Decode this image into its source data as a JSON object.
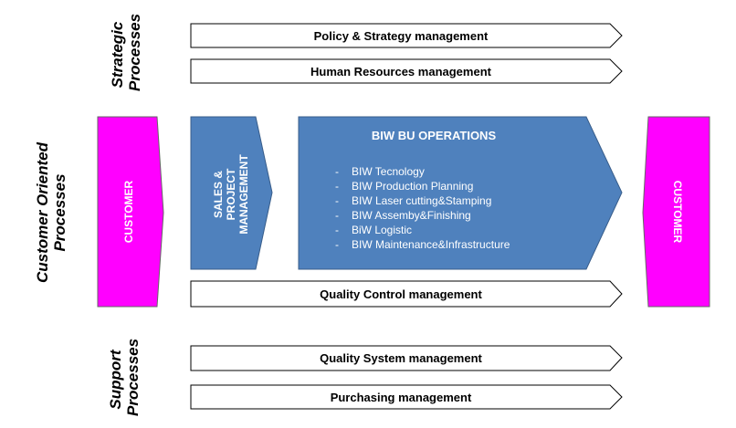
{
  "side_labels": {
    "strategic": [
      "Strategic",
      "Processes"
    ],
    "customer_oriented": [
      "Customer Oriented",
      "Processes"
    ],
    "support": [
      "Support",
      "Processes"
    ]
  },
  "strategic_processes": [
    "Policy & Strategy management",
    "Human Resources management"
  ],
  "customer_left": "CUSTOMER",
  "customer_right": "CUSTOMER",
  "sales": [
    "SALES & PROJECT",
    "MANAGEMENT"
  ],
  "operations": {
    "title": "BIW BU OPERATIONS",
    "items": [
      "BIW Tecnology",
      "BIW Production Planning",
      "BIW Laser cutting&Stamping",
      "BIW Assemby&Finishing",
      "BiW Logistic",
      "BIW Maintenance&Infrastructure"
    ]
  },
  "quality_control": "Quality Control management",
  "support_processes": [
    "Quality System management",
    "Purchasing management"
  ],
  "colors": {
    "magenta": "#ff00ff",
    "blue": "#4f81bd",
    "blue_border": "#385d8a",
    "outline": "#000000"
  }
}
